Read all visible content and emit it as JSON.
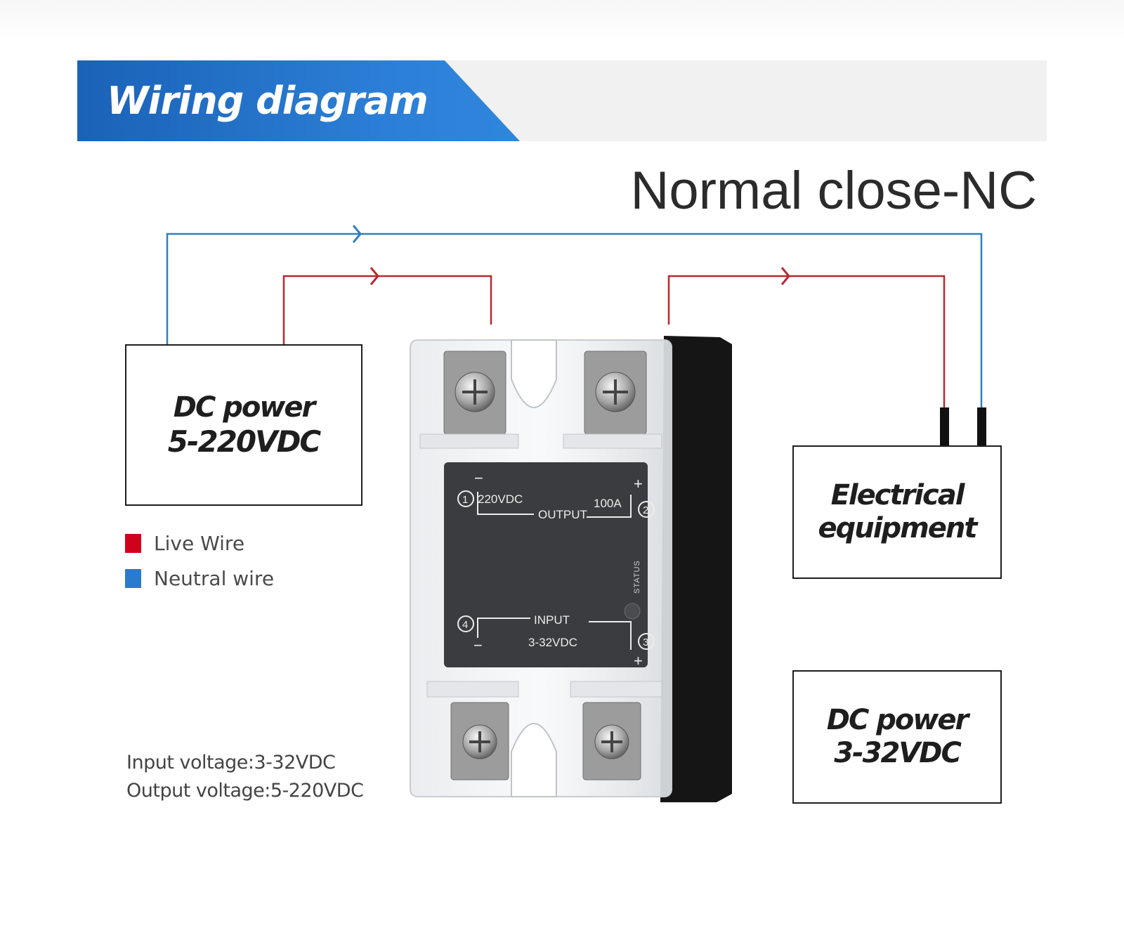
{
  "banner": {
    "title": "Wiring diagram"
  },
  "heading": "Normal close-NC",
  "boxes": {
    "dc_power_output": {
      "line1": "DC power",
      "line2": "5-220VDC"
    },
    "equipment": {
      "line1": "Electrical",
      "line2": "equipment"
    },
    "dc_power_input": {
      "line1": "DC power",
      "line2": "3-32VDC"
    }
  },
  "legend": [
    {
      "label": "Live Wire",
      "color": "#d0021b"
    },
    {
      "label": "Neutral wire",
      "color": "#2a7ad0"
    }
  ],
  "specs": {
    "input": "Input voltage:3-32VDC",
    "output": "Output voltage:5-220VDC"
  },
  "wire_colors": {
    "live": "#b8292f",
    "neutral": "#2f7fc4"
  },
  "relay": {
    "terminal_1": "1",
    "terminal_2": "2",
    "terminal_3": "3",
    "terminal_4": "4",
    "output_minus": "−",
    "output_plus": "+",
    "output_voltage": "220VDC",
    "output_label": "OUTPUT",
    "output_current": "100A",
    "status_label": "STATUS",
    "input_label": "INPUT",
    "input_voltage": "3-32VDC",
    "input_minus": "−",
    "input_plus": "+"
  }
}
